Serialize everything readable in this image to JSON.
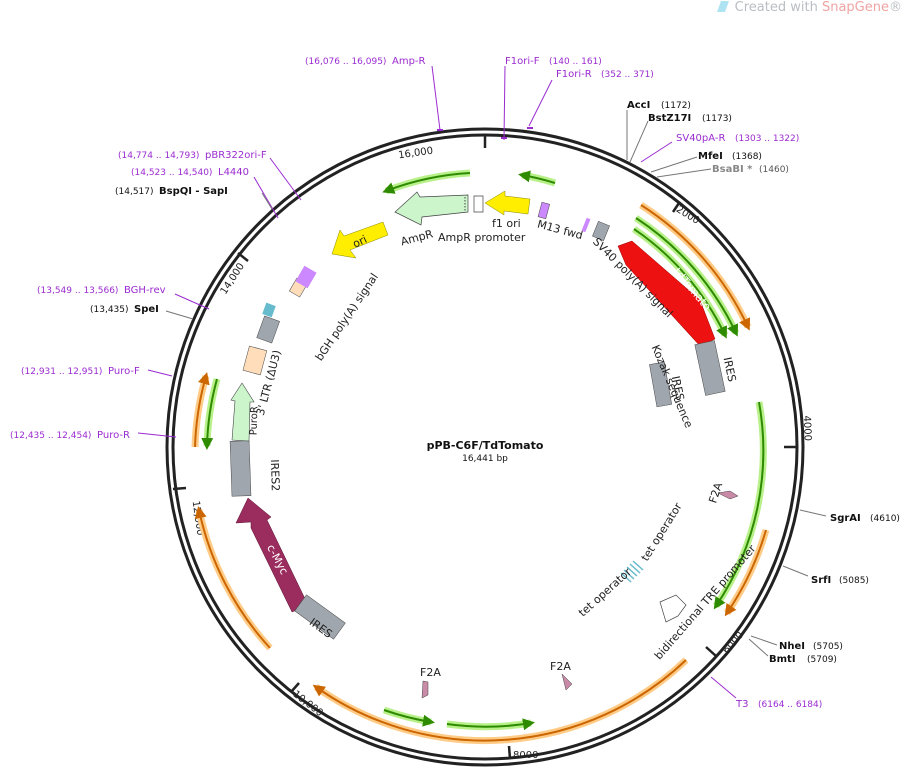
{
  "watermark": {
    "prefix": "Created with ",
    "brand": "SnapGene",
    "mark": "®"
  },
  "plasmid": {
    "name": "pPB-C6F/TdTomato",
    "size_text": "16,441 bp"
  },
  "ticks": [
    "16,000",
    "2000",
    "4000",
    "6000",
    "8000",
    "10,000",
    "12,000",
    "14,000"
  ],
  "features": [
    {
      "name": "tdTomato",
      "color": "#ee1111"
    },
    {
      "name": "c-Myc",
      "color": "#9b2d5e"
    },
    {
      "name": "ori",
      "color": "#ffee00"
    },
    {
      "name": "AmpR",
      "color": "#ccf5cc"
    },
    {
      "name": "IRES",
      "color": "#a0a6ad"
    },
    {
      "name": "IRES",
      "color": "#a0a6ad"
    },
    {
      "name": "IRES",
      "color": "#a0a6ad"
    },
    {
      "name": "IRES2",
      "color": "#a0a6ad"
    },
    {
      "name": "PuroR",
      "color": "#ccf5cc"
    },
    {
      "name": "f1 ori",
      "color": "#ffee00"
    },
    {
      "name": "AmpR promoter",
      "color": "#ffffff"
    },
    {
      "name": "M13 fwd",
      "color": "#cc88ff"
    },
    {
      "name": "SV40 poly(A) signal",
      "color": "#a0a6ad"
    },
    {
      "name": "Kozak sequence",
      "color": "#a0a6ad"
    },
    {
      "name": "bGH poly(A) signal",
      "color": "#a0a6ad"
    },
    {
      "name": "3' LTR (ΔU3)",
      "color": "#ffddbb"
    },
    {
      "name": "F2A",
      "color": "#c98aa8"
    },
    {
      "name": "F2A",
      "color": "#c98aa8"
    },
    {
      "name": "F2A",
      "color": "#c98aa8"
    },
    {
      "name": "tet operator",
      "color": "#66bbcc"
    },
    {
      "name": "tet operator",
      "color": "#66bbcc"
    },
    {
      "name": "bidirectional TRE promoter",
      "color": "#ffffff"
    }
  ],
  "primers": [
    {
      "name": "Amp-R",
      "range": "(16,076 .. 16,095)"
    },
    {
      "name": "F1ori-F",
      "range": "(140 .. 161)"
    },
    {
      "name": "F1ori-R",
      "range": "(352 .. 371)"
    },
    {
      "name": "SV40pA-R",
      "range": "(1303 .. 1322)"
    },
    {
      "name": "pBR322ori-F",
      "range": "(14,774 .. 14,793)"
    },
    {
      "name": "L4440",
      "range": "(14,523 .. 14,540)"
    },
    {
      "name": "BGH-rev",
      "range": "(13,549 .. 13,566)"
    },
    {
      "name": "Puro-F",
      "range": "(12,931 .. 12,951)"
    },
    {
      "name": "Puro-R",
      "range": "(12,435 .. 12,454)"
    },
    {
      "name": "T3",
      "range": "(6164 .. 6184)"
    }
  ],
  "sites": [
    {
      "name": "AccI",
      "pos": "(1172)"
    },
    {
      "name": "BstZ17I",
      "pos": "(1173)"
    },
    {
      "name": "MfeI",
      "pos": "(1368)"
    },
    {
      "name": "BsaBI *",
      "pos": "(1460)"
    },
    {
      "name": "SgrAI",
      "pos": "(4610)"
    },
    {
      "name": "SrfI",
      "pos": "(5085)"
    },
    {
      "name": "NheI",
      "pos": "(5705)"
    },
    {
      "name": "BmtI",
      "pos": "(5709)"
    },
    {
      "name": "SpeI",
      "pos": "(13,435)"
    },
    {
      "name": "BspQI - SapI",
      "pos": "(14,517)"
    }
  ],
  "colors": {
    "backbone": "#222222",
    "orf_green": "#2e8b00",
    "orf_glow_green": "#b8f08a",
    "orf_glow_orange": "#ffcc88",
    "orf_orange": "#cc6600",
    "primer": "#9b2bd0"
  }
}
